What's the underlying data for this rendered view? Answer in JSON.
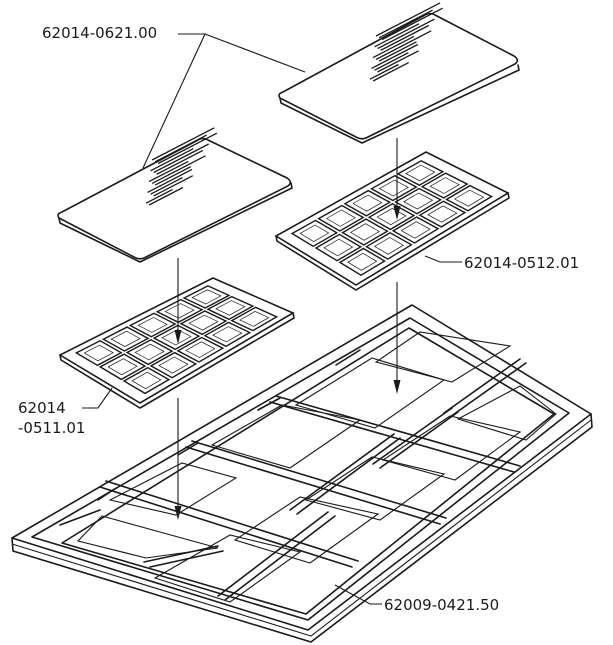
{
  "labels": {
    "card": "62014-0621.00",
    "grid_right": "62014-0512.01",
    "grid_left_line1": "62014",
    "grid_left_line2": "-0511.01",
    "base_tray": "62009-0421.50"
  }
}
